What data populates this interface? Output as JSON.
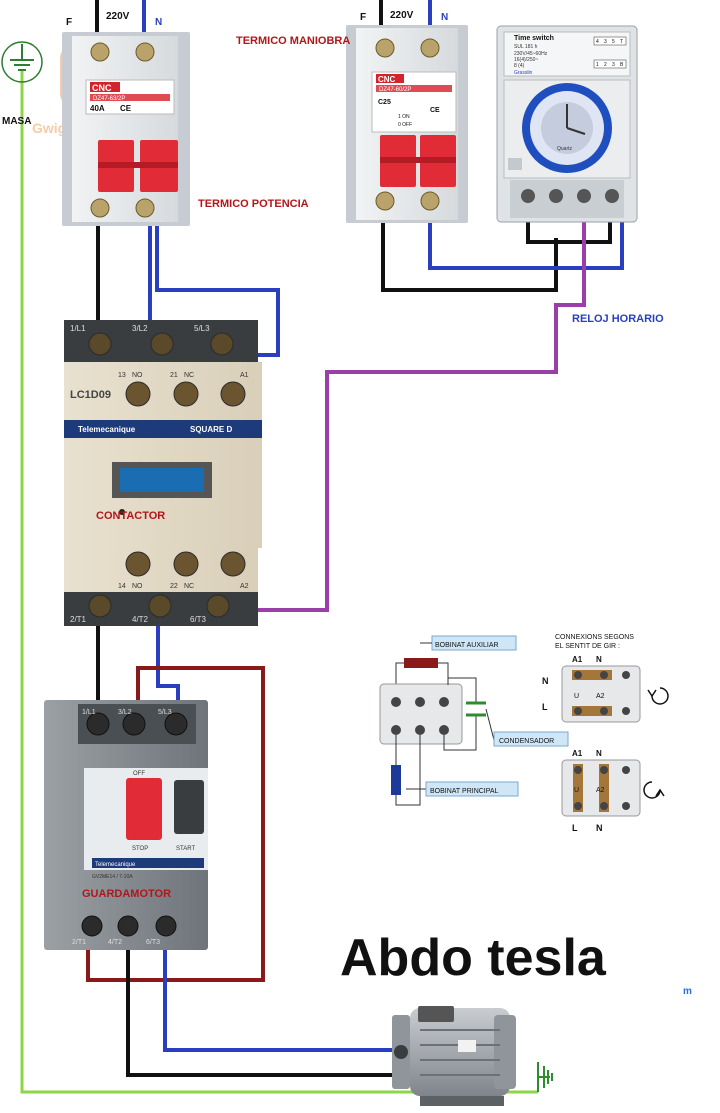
{
  "supply": {
    "voltage": "220V",
    "phase": "F",
    "neutral": "N"
  },
  "labels": {
    "masa": "MASA",
    "termico_maniobra": "TERMICO MANIOBRA",
    "termico_potencia": "TERMICO POTENCIA",
    "reloj_horario": "RELOJ HORARIO",
    "contactor": "CONTACTOR",
    "guardamotor": "GUARDAMOTOR",
    "author": "Abdo tesla",
    "watermark": "Gwigo",
    "watermark_suffix": "m"
  },
  "breaker_potencia": {
    "brand": "CNC",
    "model": "DZ47-63/2P",
    "rating": "40A",
    "ce": "CE"
  },
  "breaker_maniobra": {
    "brand": "CNC",
    "model": "DZ47-60/2P",
    "rating": "C25",
    "on": "1 ON",
    "off": "0 OFF",
    "ce": "CE"
  },
  "time_switch": {
    "title": "Time switch",
    "model": "SUL 181 h",
    "spec1": "230V/45~60Hz",
    "spec2": "16(4)/250~",
    "spec3": "8 (4)",
    "dial_text": "Quartz",
    "term_top": [
      "4",
      "3",
      "5",
      "T"
    ],
    "term_bottom": [
      "1",
      "2",
      "3",
      "B"
    ],
    "brand": "Grasslin"
  },
  "contactor": {
    "model": "LC1D09",
    "brand": "Telemecanique",
    "brand2": "SQUARE D",
    "top_terminals": [
      "1/L1",
      "3/L2",
      "5/L3"
    ],
    "aux_top": [
      "13",
      "NO",
      "21",
      "NC",
      "A1"
    ],
    "aux_bottom": [
      "14",
      "NO",
      "22",
      "NC",
      "A2"
    ],
    "bottom_terminals": [
      "2/T1",
      "4/T2",
      "6/T3"
    ]
  },
  "guardamotor": {
    "top_terminals": [
      "1/L1",
      "3/L2",
      "5/L3"
    ],
    "bottom_terminals": [
      "2/T1",
      "4/T2",
      "6/T3"
    ],
    "off": "OFF",
    "stop": "STOP",
    "start": "START",
    "brand": "Telemecanique",
    "model": "GV2ME14 / 7-10A"
  },
  "motor_wiring": {
    "bobinat_auxiliar": "BOBINAT AUXILIAR",
    "condensador": "CONDENSADOR",
    "bobinat_principal": "BOBINAT  PRINCIPAL",
    "connexions_1": "CONNEXIONS SEGONS",
    "connexions_2": "EL SENTIT DE GIR :",
    "box1": {
      "a1": "A1",
      "n": "N",
      "u": "U",
      "a2": "A2",
      "side_top": "N",
      "side_bottom": "L"
    },
    "box2": {
      "a1": "A1",
      "n": "N",
      "u": "U",
      "a2": "A2",
      "bottom_l": "L",
      "bottom_n": "N"
    }
  },
  "colors": {
    "phase": "#111111",
    "neutral": "#2a3fbf",
    "control": "#9b3fa8",
    "earth": "#8cd64a",
    "motor_phase": "#8a1a1a",
    "label_red": "#b3161a",
    "label_blue": "#2a3fbf"
  }
}
